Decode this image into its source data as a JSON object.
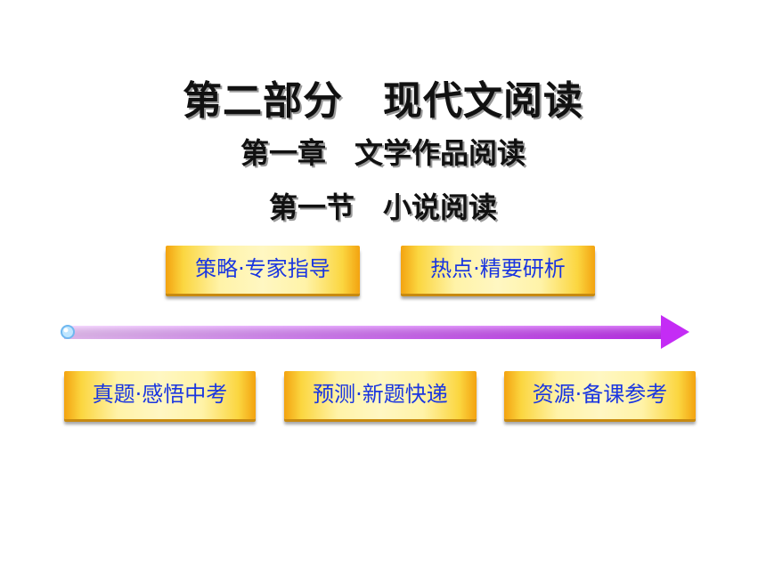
{
  "titles": {
    "part": "第二部分　现代文阅读",
    "chapter": "第一章　文学作品阅读",
    "section": "第一节　小说阅读"
  },
  "nav": {
    "strategy": "策略·专家指导",
    "hotspot": "热点·精要研析",
    "real_exam": "真题·感悟中考",
    "forecast": "预测·新题快递",
    "resources": "资源·备课参考"
  },
  "colors": {
    "button_text": "#1a36e0",
    "button_gold": "#fbd640",
    "arrow_purple": "#cc33ff"
  },
  "icons": {
    "arrow": "purple-right-arrow"
  }
}
